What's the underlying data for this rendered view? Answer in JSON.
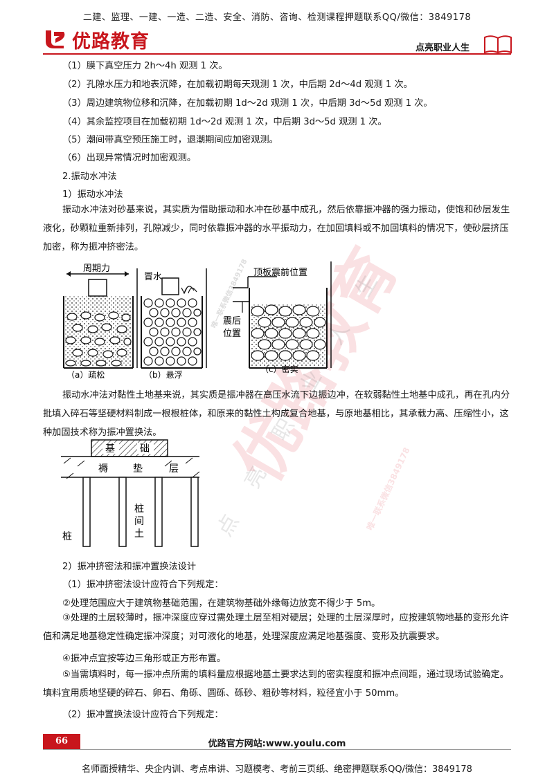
{
  "header": {
    "top_banner": "二建、监理、一建、一造、二造、安全、消防、咨询、检测课程押题联系QQ/微信：3849178",
    "logo_text": "优路教育",
    "slogan": "点亮职业人生"
  },
  "lines": [
    "（1）膜下真空压力 2h～4h 观测 1 次。",
    "（2）孔隙水压力和地表沉降，在加载初期每天观测 1 次，中后期 2d～4d 观测 1 次。",
    "（3）周边建筑物位移和沉降，在加载初期 1d～2d 观测 1 次，中后期 3d～5d 观测 1 次。",
    "（4）其余监控项目在加载初期 1d～2d 观测 1 次，中后期 3d～5d 观测 1 次。",
    "（5）潮间带真空预压施工时，退潮期间应加密观测。",
    "（6）出现异常情况时加密观测。",
    "2.振动水冲法",
    "1）振动水冲法"
  ],
  "para1": "振动水冲法对砂基来说，其实质为借助振动和水冲在砂基中成孔，然后依靠振冲器的强力振动，使饱和砂层发生液化，砂颗粒重新排列，孔隙减少，同时依靠振冲器的水平振动力，在加回填料或不加回填料的情况下，使砂层挤压加密，称为振冲挤密法。",
  "figure1": {
    "periodic_force": "周期力",
    "water_out": "冒水",
    "top_before": "顶板震前位置",
    "after_quake": "震后",
    "position": "位置",
    "caption_a": "（a）疏松",
    "caption_b": "（b）悬浮",
    "caption_c": "（c）密实"
  },
  "para2": "振动水冲法对黏性土地基来说，其实质是振冲器在高压水流下边振边冲，在软弱黏性土地基中成孔，再在孔内分批填入碎石等坚硬材料制成一根根桩体，和原来的黏性土构成复合地基，与原地基相比，其承载力高、压缩性小，这种加固技术称为振冲置换法。",
  "figure2": {
    "foundation": [
      "基",
      "础"
    ],
    "cushion": [
      "褥",
      "垫",
      "层"
    ],
    "pile": "桩",
    "between_soil": [
      "桩",
      "间",
      "土"
    ]
  },
  "lines2": [
    "2）振冲挤密法和振冲置换法设计",
    "（1）振冲挤密法设计应符合下列规定：",
    "②处理范围应大于建筑物基础范围，在建筑物基础外缘每边放宽不得少于 5m。"
  ],
  "para3": "③处理的土层较薄时，振冲深度应穿过需处理土层至相对硬层；处理的土层深厚时，应按建筑物地基的变形允许值和满足地基稳定性确定振冲深度；对可液化的地基，处理深度应满足地基强度、变形及抗震要求。",
  "line4": "④振冲点宜按等边三角形或正方形布置。",
  "para4": "⑤当需填料时，每一振冲点所需的填料量应根据地基土要求达到的密实程度和振冲点间距，通过现场试验确定。填料宜用质地坚硬的碎石、卵石、角砾、圆砾、砾砂、粗砂等材料，粒径宜小于 50mm。",
  "line5": "（2）振冲置换法设计应符合下列规定：",
  "watermark": {
    "big": "优路教育",
    "slogan": "点亮职业人生",
    "contact": "唯一联系微信3849178"
  },
  "footer": {
    "page_number": "66",
    "site": "优路官方网站:www.youlu.com",
    "bottom_banner": "名师面授精华、央企内训、考点串讲、习题模考、考前三页纸、绝密押题联系QQ/微信：3849178"
  }
}
